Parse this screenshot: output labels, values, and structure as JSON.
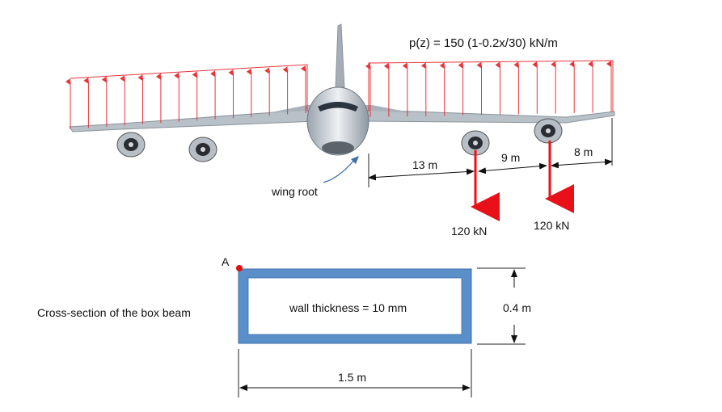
{
  "load_equation": "p(z) = 150 (1-0.2x/30) kN/m",
  "wing_root_label": "wing root",
  "dimensions": {
    "d13": "13 m",
    "d9": "9 m",
    "d8": "8 m",
    "height": "0.4 m",
    "width": "1.5 m"
  },
  "point_loads": {
    "left": "120 kN",
    "right": "120 kN"
  },
  "cross_section": {
    "caption": "Cross-section of the box beam",
    "wall_thickness": "wall thickness = 10 mm",
    "point_label": "A"
  },
  "colors": {
    "load_arrow": "#e8343a",
    "point_load": "#e8111a",
    "box_outer": "#5b8fc9",
    "box_stroke": "#3d6fa8",
    "point_a": "#e01010"
  }
}
